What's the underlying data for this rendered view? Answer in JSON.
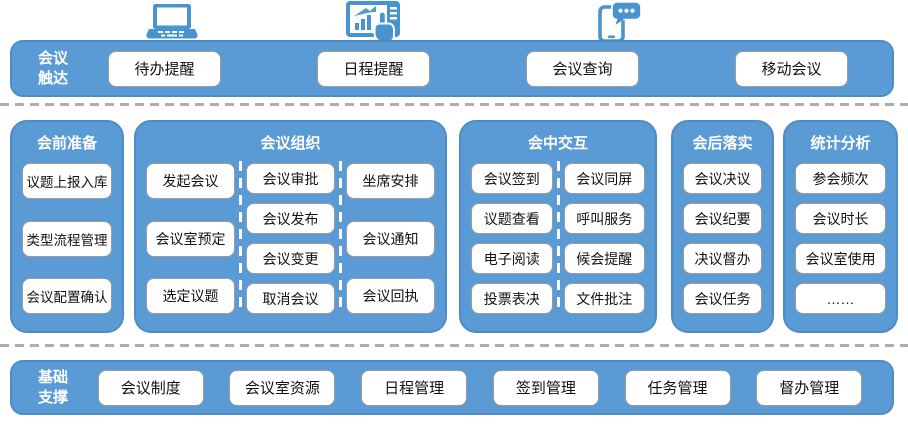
{
  "colors": {
    "primary_blue": "#5B9BD5",
    "band_border": "#4e8cc6",
    "icon_blue": "#4794cf",
    "chip_border": "#9c9c9c",
    "separator_gray": "#aeaeae"
  },
  "top_icons": [
    {
      "name": "laptop-icon"
    },
    {
      "name": "tablet-chart-touch-icon"
    },
    {
      "name": "phone-chat-icon"
    }
  ],
  "reach_band": {
    "title": "会议\n触达",
    "items": [
      "待办提醒",
      "日程提醒",
      "会议查询",
      "移动会议"
    ]
  },
  "stages": [
    {
      "title": "会前准备",
      "columns": [
        [
          "议题上报入库",
          "类型流程管理",
          "会议配置确认"
        ]
      ]
    },
    {
      "title": "会议组织",
      "columns": [
        [
          "发起会议",
          "会议室预定",
          "选定议题"
        ],
        [
          "会议审批",
          "会议发布",
          "会议变更",
          "取消会议"
        ],
        [
          "坐席安排",
          "会议通知",
          "会议回执"
        ]
      ]
    },
    {
      "title": "会中交互",
      "columns": [
        [
          "会议签到",
          "议题查看",
          "电子阅读",
          "投票表决"
        ],
        [
          "会议同屏",
          "呼叫服务",
          "候会提醒",
          "文件批注"
        ]
      ]
    },
    {
      "title": "会后落实",
      "columns": [
        [
          "会议决议",
          "会议纪要",
          "决议督办",
          "会议任务"
        ]
      ]
    },
    {
      "title": "统计分析",
      "columns": [
        [
          "参会频次",
          "会议时长",
          "会议室使用",
          "……"
        ]
      ]
    }
  ],
  "support_band": {
    "title": "基础\n支撑",
    "items": [
      "会议制度",
      "会议室资源",
      "日程管理",
      "签到管理",
      "任务管理",
      "督办管理"
    ]
  }
}
